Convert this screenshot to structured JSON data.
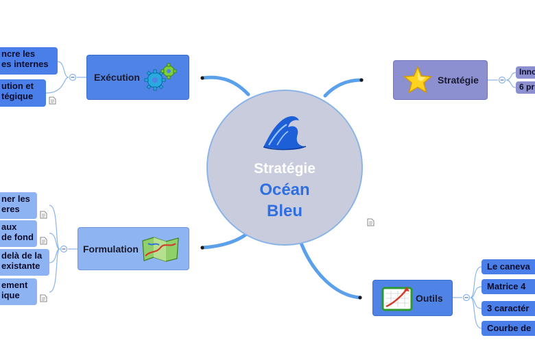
{
  "center": {
    "line1": "Stratégie",
    "line2": "Océan",
    "line3": "Bleu",
    "icon": "wave-icon"
  },
  "branches": {
    "execution": {
      "label": "Exécution",
      "icon": "gears-icon"
    },
    "strategie": {
      "label": "Stratégie",
      "icon": "star-icon"
    },
    "formulation": {
      "label": "Formulation",
      "icon": "map-icon"
    },
    "outils": {
      "label": "Outils",
      "icon": "chart-icon"
    }
  },
  "leaves": {
    "execution": [
      "ncre les\nes internes",
      "ution et\ntégique"
    ],
    "strategie": [
      "Inno",
      "6 pr"
    ],
    "formulation": [
      "ner les\neres",
      "aux\nde fond",
      "delà de la\nexistante",
      "ement\nique"
    ],
    "outils": [
      "Le caneva",
      "Matrice 4",
      "3 caractér",
      "Courbe de"
    ]
  },
  "colors": {
    "center_fill": "#c9ccdd",
    "center_stroke": "#8ab4e8",
    "center_text_white": "#ffffff",
    "center_text_blue": "#2f6fe0",
    "main_blue": "#4f83e6",
    "main_light": "#8fb4f2",
    "main_purple": "#8c8fd0",
    "leaf_blue": "#4a7fe9",
    "leaf_light": "#8db3f3",
    "connector": "#4a90e2",
    "thin_line": "#8ab4e8"
  }
}
